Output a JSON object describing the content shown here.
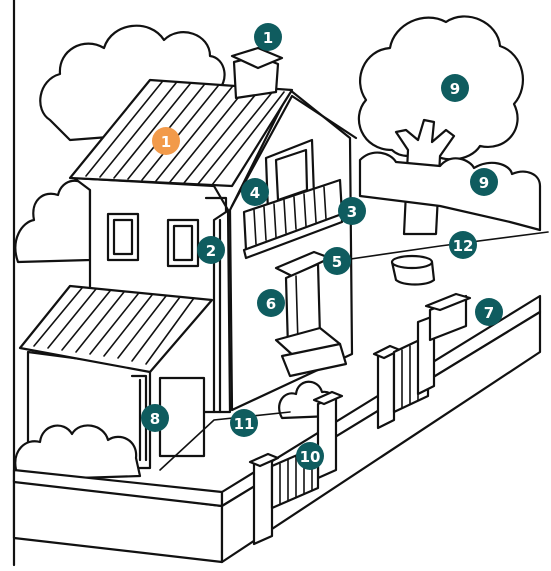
{
  "colors": {
    "marker": "#0f5c5f",
    "marker_highlight": "#f29a4a",
    "line": "#111111",
    "background": "#ffffff"
  },
  "markers": [
    {
      "id": "chimney",
      "label": "1",
      "highlight": false
    },
    {
      "id": "roof",
      "label": "1",
      "highlight": true
    },
    {
      "id": "gutter-downpipe",
      "label": "2"
    },
    {
      "id": "balcony-edge",
      "label": "3"
    },
    {
      "id": "balcony",
      "label": "4"
    },
    {
      "id": "door-canopy",
      "label": "5"
    },
    {
      "id": "front-door",
      "label": "6"
    },
    {
      "id": "mailbox",
      "label": "7"
    },
    {
      "id": "annex-downpipe",
      "label": "8"
    },
    {
      "id": "tree",
      "label": "9"
    },
    {
      "id": "hedge",
      "label": "9"
    },
    {
      "id": "gate",
      "label": "10"
    },
    {
      "id": "front-yard",
      "label": "11"
    },
    {
      "id": "garden",
      "label": "12"
    }
  ]
}
